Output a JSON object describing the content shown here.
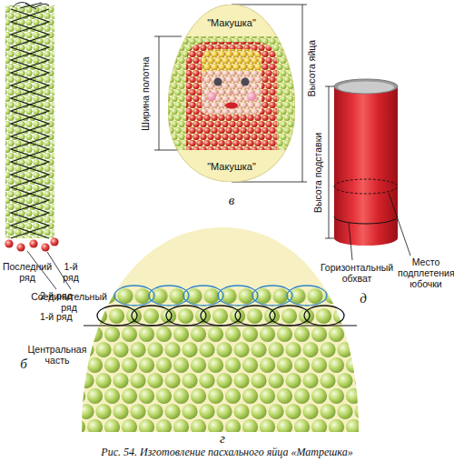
{
  "diagram": {
    "caption": "Рис. 54. Изготовление пасхального яйца «Матрешка»",
    "nodes": [
      {
        "text": [
          "\"Макушка\"",
          "\"Макушка\""
        ]
      }
    ],
    "labels": [
      "Последний ряд",
      "1-й ряд",
      "Соединительный ряд",
      "б",
      "Ширина полотна",
      "Высота яйца",
      "в",
      "Высота подставки",
      "Горизонтальный обхват",
      "Место подплетения юбочки",
      "д",
      "2-й ряд",
      "1-й ряд",
      "Центральная часть",
      "г"
    ]
  }
}
